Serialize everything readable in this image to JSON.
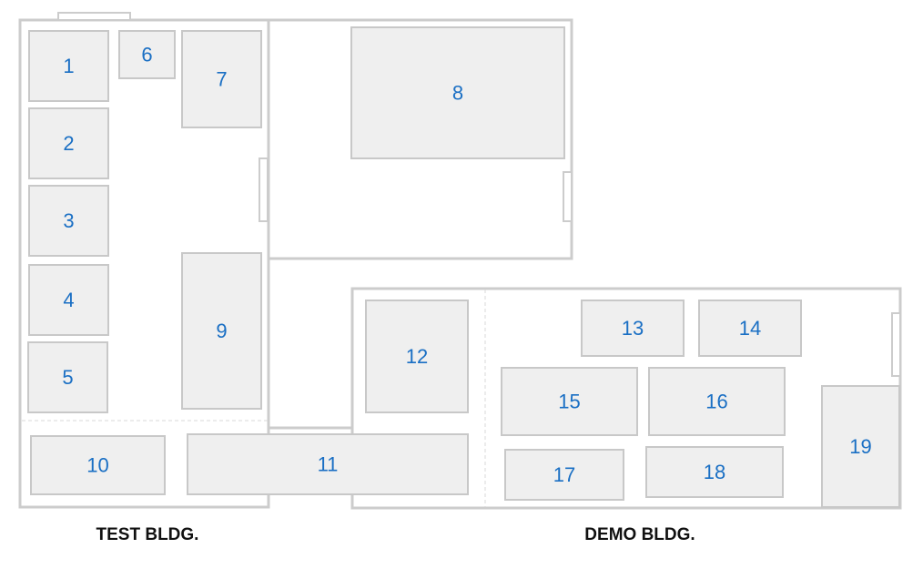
{
  "buildings": [
    {
      "id": "test",
      "label": "TEST BLDG."
    },
    {
      "id": "demo",
      "label": "DEMO BLDG."
    }
  ],
  "rooms": [
    {
      "id": "1",
      "label": "1"
    },
    {
      "id": "2",
      "label": "2"
    },
    {
      "id": "3",
      "label": "3"
    },
    {
      "id": "4",
      "label": "4"
    },
    {
      "id": "5",
      "label": "5"
    },
    {
      "id": "6",
      "label": "6"
    },
    {
      "id": "7",
      "label": "7"
    },
    {
      "id": "8",
      "label": "8"
    },
    {
      "id": "9",
      "label": "9"
    },
    {
      "id": "10",
      "label": "10"
    },
    {
      "id": "11",
      "label": "11"
    },
    {
      "id": "12",
      "label": "12"
    },
    {
      "id": "13",
      "label": "13"
    },
    {
      "id": "14",
      "label": "14"
    },
    {
      "id": "15",
      "label": "15"
    },
    {
      "id": "16",
      "label": "16"
    },
    {
      "id": "17",
      "label": "17"
    },
    {
      "id": "18",
      "label": "18"
    },
    {
      "id": "19",
      "label": "19"
    }
  ],
  "colors": {
    "wall": "#cccccc",
    "room_fill": "#efefef",
    "room_label": "#1a6fc4",
    "building_label": "#111111"
  }
}
